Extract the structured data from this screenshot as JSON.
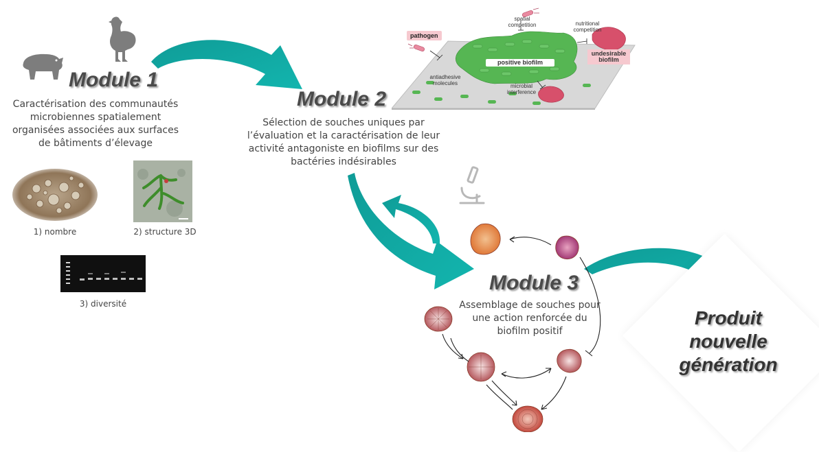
{
  "module1": {
    "title": "Module 1",
    "description": "Caractérisation des communautés microbiennes spatialement organisées associées aux surfaces de bâtiments d’élevage",
    "captions": [
      "1) nombre",
      "2) structure 3D",
      "3) diversité"
    ],
    "icons": [
      "pig-icon",
      "chicken-icon"
    ]
  },
  "module2": {
    "title": "Module 2",
    "description": "Sélection de souches uniques par l’évaluation et la caractérisation de leur activité antagoniste en biofilms sur des bactéries indésirables",
    "diagram": {
      "pathogen": "pathogen",
      "spatial_competition": "spatial\ncompetition",
      "nutritional_competition": "nutritional\ncompetition",
      "positive_biofilm": "positive biofilm",
      "undesirable_biofilm": "undesirable\nbiofilm",
      "antiadhesive": "antiadhesive\nmolecules",
      "microbial_interference": "microbial\ninterference"
    }
  },
  "module3": {
    "title": "Module 3",
    "description": "Assemblage de souches pour une action renforcée du biofilm positif",
    "icon": "microscope-icon"
  },
  "product": {
    "line1": "Produit nouvelle",
    "line2": "génération"
  },
  "colors": {
    "arrow": "#10a8a3",
    "biofilm_green": "#56b653",
    "undesirable_pink": "#d7506b",
    "text": "#444444"
  }
}
